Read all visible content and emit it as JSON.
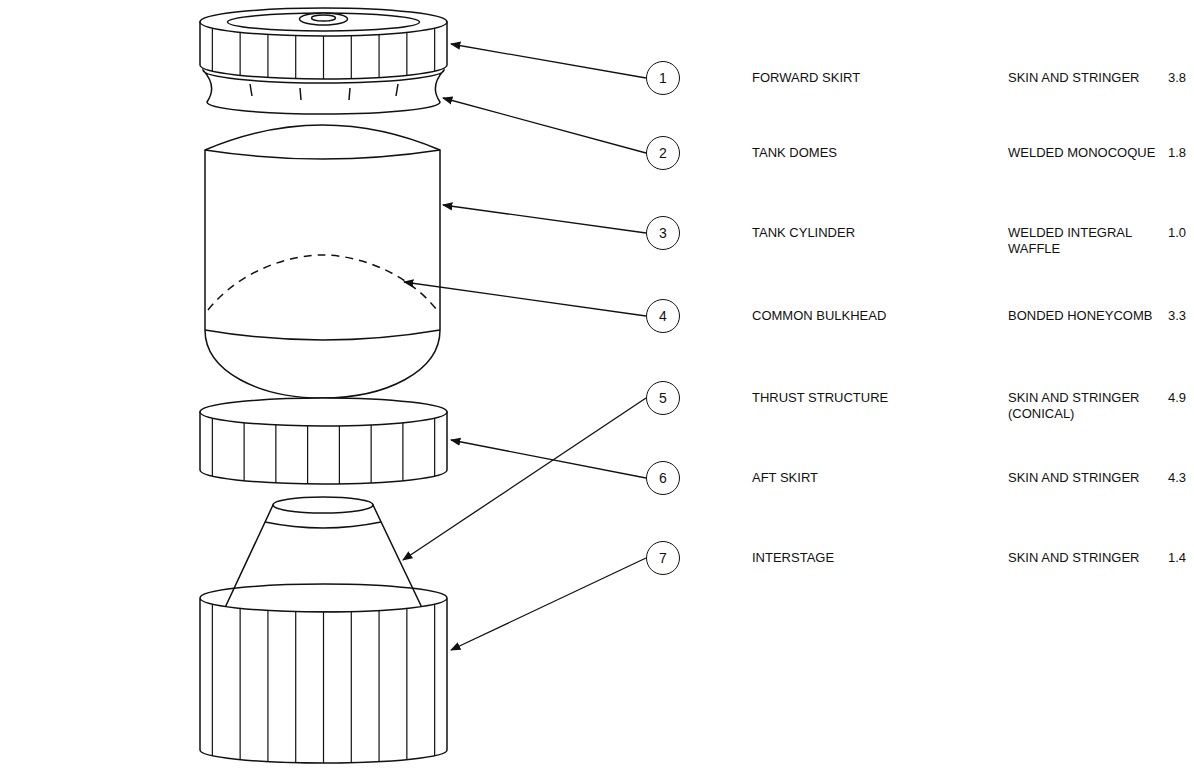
{
  "diagram": {
    "nodes": [
      {
        "text": [
          "1"
        ]
      },
      {
        "text": [
          "2"
        ]
      },
      {
        "text": [
          "3"
        ]
      },
      {
        "text": [
          "4"
        ]
      },
      {
        "text": [
          "5"
        ]
      },
      {
        "text": [
          "6"
        ]
      },
      {
        "text": [
          "7"
        ]
      }
    ],
    "labels": [
      "FORWARD SKIRT",
      "SKIN AND STRINGER",
      "3.8",
      "TANK DOMES",
      "WELDED MONOCOQUE",
      "1.8",
      "TANK CYLINDER",
      "WELDED INTEGRAL WAFFLE",
      "1.0",
      "COMMON BULKHEAD",
      "BONDED HONEYCOMB",
      "3.3",
      "THRUST STRUCTURE",
      "SKIN AND STRINGER (CONICAL)",
      "4.9",
      "AFT SKIRT",
      "SKIN AND STRINGER",
      "4.3",
      "INTERSTAGE",
      "SKIN AND STRINGER",
      "1.4"
    ]
  }
}
